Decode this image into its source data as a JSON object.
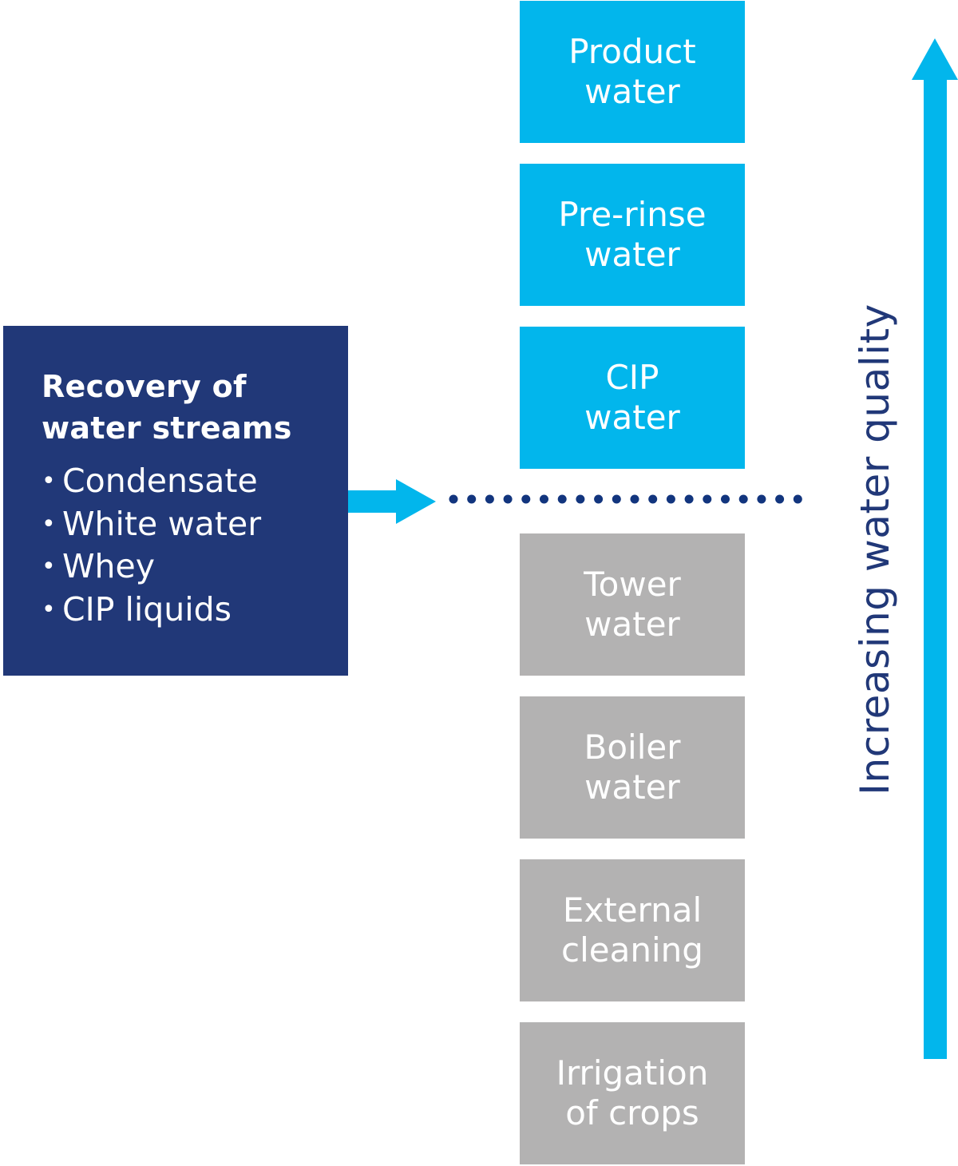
{
  "source": {
    "title_line1": "Recovery of",
    "title_line2": "water streams",
    "bullet_glyph": "•",
    "items": [
      "Condensate",
      "White water",
      "Whey",
      "CIP liquids"
    ]
  },
  "tiers": [
    {
      "line1": "Product",
      "line2": "water",
      "category": "high-quality"
    },
    {
      "line1": "Pre-rinse",
      "line2": "water",
      "category": "high-quality"
    },
    {
      "line1": "CIP",
      "line2": "water",
      "category": "high-quality"
    },
    {
      "line1": "Tower",
      "line2": "water",
      "category": "low-quality"
    },
    {
      "line1": "Boiler",
      "line2": "water",
      "category": "low-quality"
    },
    {
      "line1": "External",
      "line2": "cleaning",
      "category": "low-quality"
    },
    {
      "line1": "Irrigation",
      "line2": "of crops",
      "category": "low-quality"
    }
  ],
  "threshold": {
    "dot_count": 20,
    "position": "between CIP water and Tower water"
  },
  "axis": {
    "label": "Increasing water quality",
    "direction": "up"
  },
  "colors": {
    "navy": "#213878",
    "cyan": "#02b6ec",
    "gray": "#b3b2b2",
    "dot": "#12357e"
  }
}
